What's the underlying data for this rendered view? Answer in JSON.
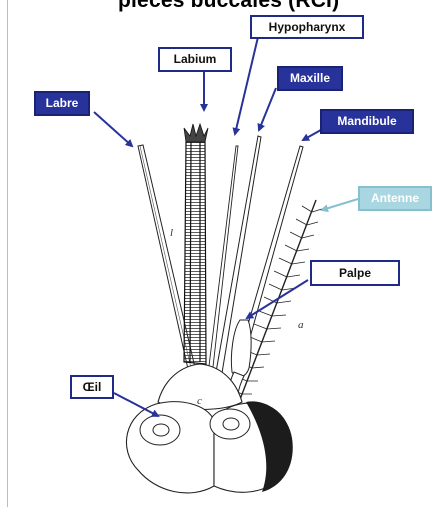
{
  "title": "pièces buccales (RCI)",
  "labels": {
    "labium": "Labium",
    "hypopharynx": "Hypopharynx",
    "maxille": "Maxille",
    "labre": "Labre",
    "mandibule": "Mandibule",
    "antenne": "Antenne",
    "palpe": "Palpe",
    "oeil": "Œil"
  },
  "figure_letters": {
    "l": "l",
    "a": "a",
    "c": "c"
  },
  "colors": {
    "outline_box_border": "#1f2a86",
    "filled_box": "#27329a",
    "antenne_box": "#a8d7e2",
    "arrow": "#27329a"
  }
}
